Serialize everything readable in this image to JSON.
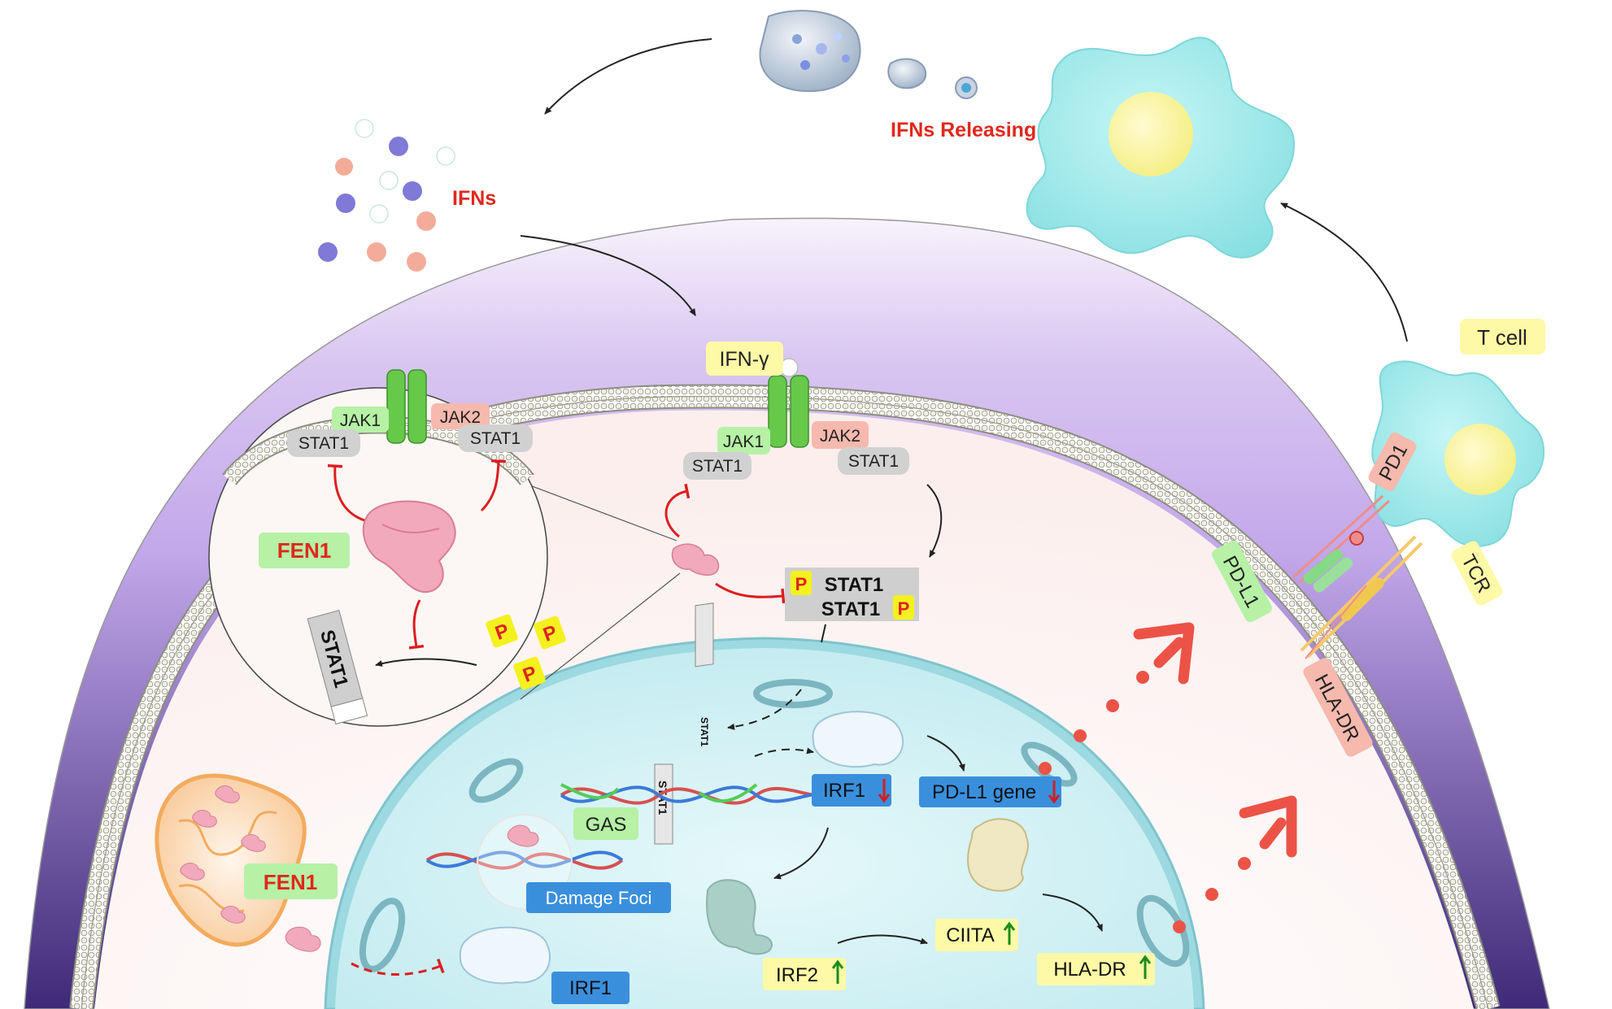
{
  "labels": {
    "ifns_releasing": "IFNs Releasing",
    "ifns": "IFNs",
    "t_cell": "T cell",
    "ifn_gamma": "IFN-γ",
    "jak1": "JAK1",
    "jak2": "JAK2",
    "stat1": "STAT1",
    "fen1": "FEN1",
    "p": "P",
    "pd1": "PD1",
    "tcr": "TCR",
    "pd_l1": "PD-L1",
    "hla_dr": "HLA-DR",
    "gas": "GAS",
    "damage_foci": "Damage Foci",
    "irf1": "IRF1",
    "pd_l1_gene": "PD-L1 gene",
    "irf2": "IRF2",
    "ciita": "CIITA",
    "hla_dr_nuc": "HLA-DR"
  },
  "colors": {
    "red_text": "#e0281c",
    "yellow_box": "#fdf9a6",
    "green_box": "#b6f1a6",
    "pink_box": "#f6b9ad",
    "blue_box": "#3a8fdc",
    "gray_pill": "#d1d1d1",
    "nucleus": "#c7eef2",
    "cytoplasm": "#fdf1f0",
    "membrane_purple": "#b79ee0",
    "t_cell": "#a6ecec",
    "fen1_protein": "#f1a9bb",
    "arrow_red": "#ec5346",
    "inhibit_red": "#dc1e1e",
    "up_arrow": "#1c8c1c",
    "down_arrow": "#d21e1e"
  }
}
